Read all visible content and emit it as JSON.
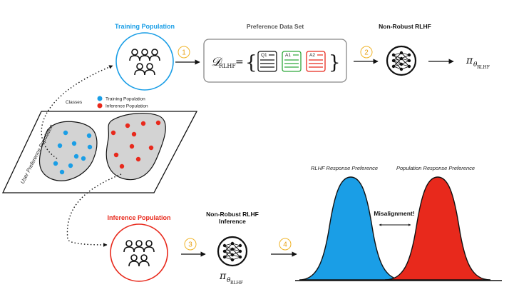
{
  "labels": {
    "training_population": "Training Population",
    "preference_data_set": "Preference Data Set",
    "non_robust_rlhf": "Non-Robust RLHF",
    "classes": "Classes",
    "legend_training": "Training Population",
    "legend_inference": "Inference Population",
    "user_preference_population": "User Preference Population",
    "inference_population": "Inference Population",
    "non_robust_rlhf_inference_line1": "Non-Robust RLHF",
    "non_robust_rlhf_inference_line2": "Inference",
    "rlhf_response_preference": "RLHF Response Preference",
    "population_response_preference": "Population Response Preference",
    "misalignment": "Misalignment!"
  },
  "math": {
    "dataset_symbol": "𝒟",
    "dataset_subscript": "RLHF",
    "equals": "=",
    "brace_open": "{",
    "brace_close": "}",
    "policy_symbol": "π",
    "policy_theta": "θ",
    "policy_subscript": "RLHF"
  },
  "cards": [
    {
      "tag": "Q1",
      "color": "#111111"
    },
    {
      "tag": "A1",
      "color": "#2ea83a"
    },
    {
      "tag": "A2",
      "color": "#e8291c"
    }
  ],
  "steps": [
    "1",
    "2",
    "3",
    "4"
  ],
  "colors": {
    "training": "#1a9ee6",
    "inference": "#e8291c",
    "step_ring": "#f0b429",
    "blob_fill": "#d3d3d3"
  },
  "icons": {
    "people": "people-group-icon",
    "network": "neural-network-icon"
  }
}
